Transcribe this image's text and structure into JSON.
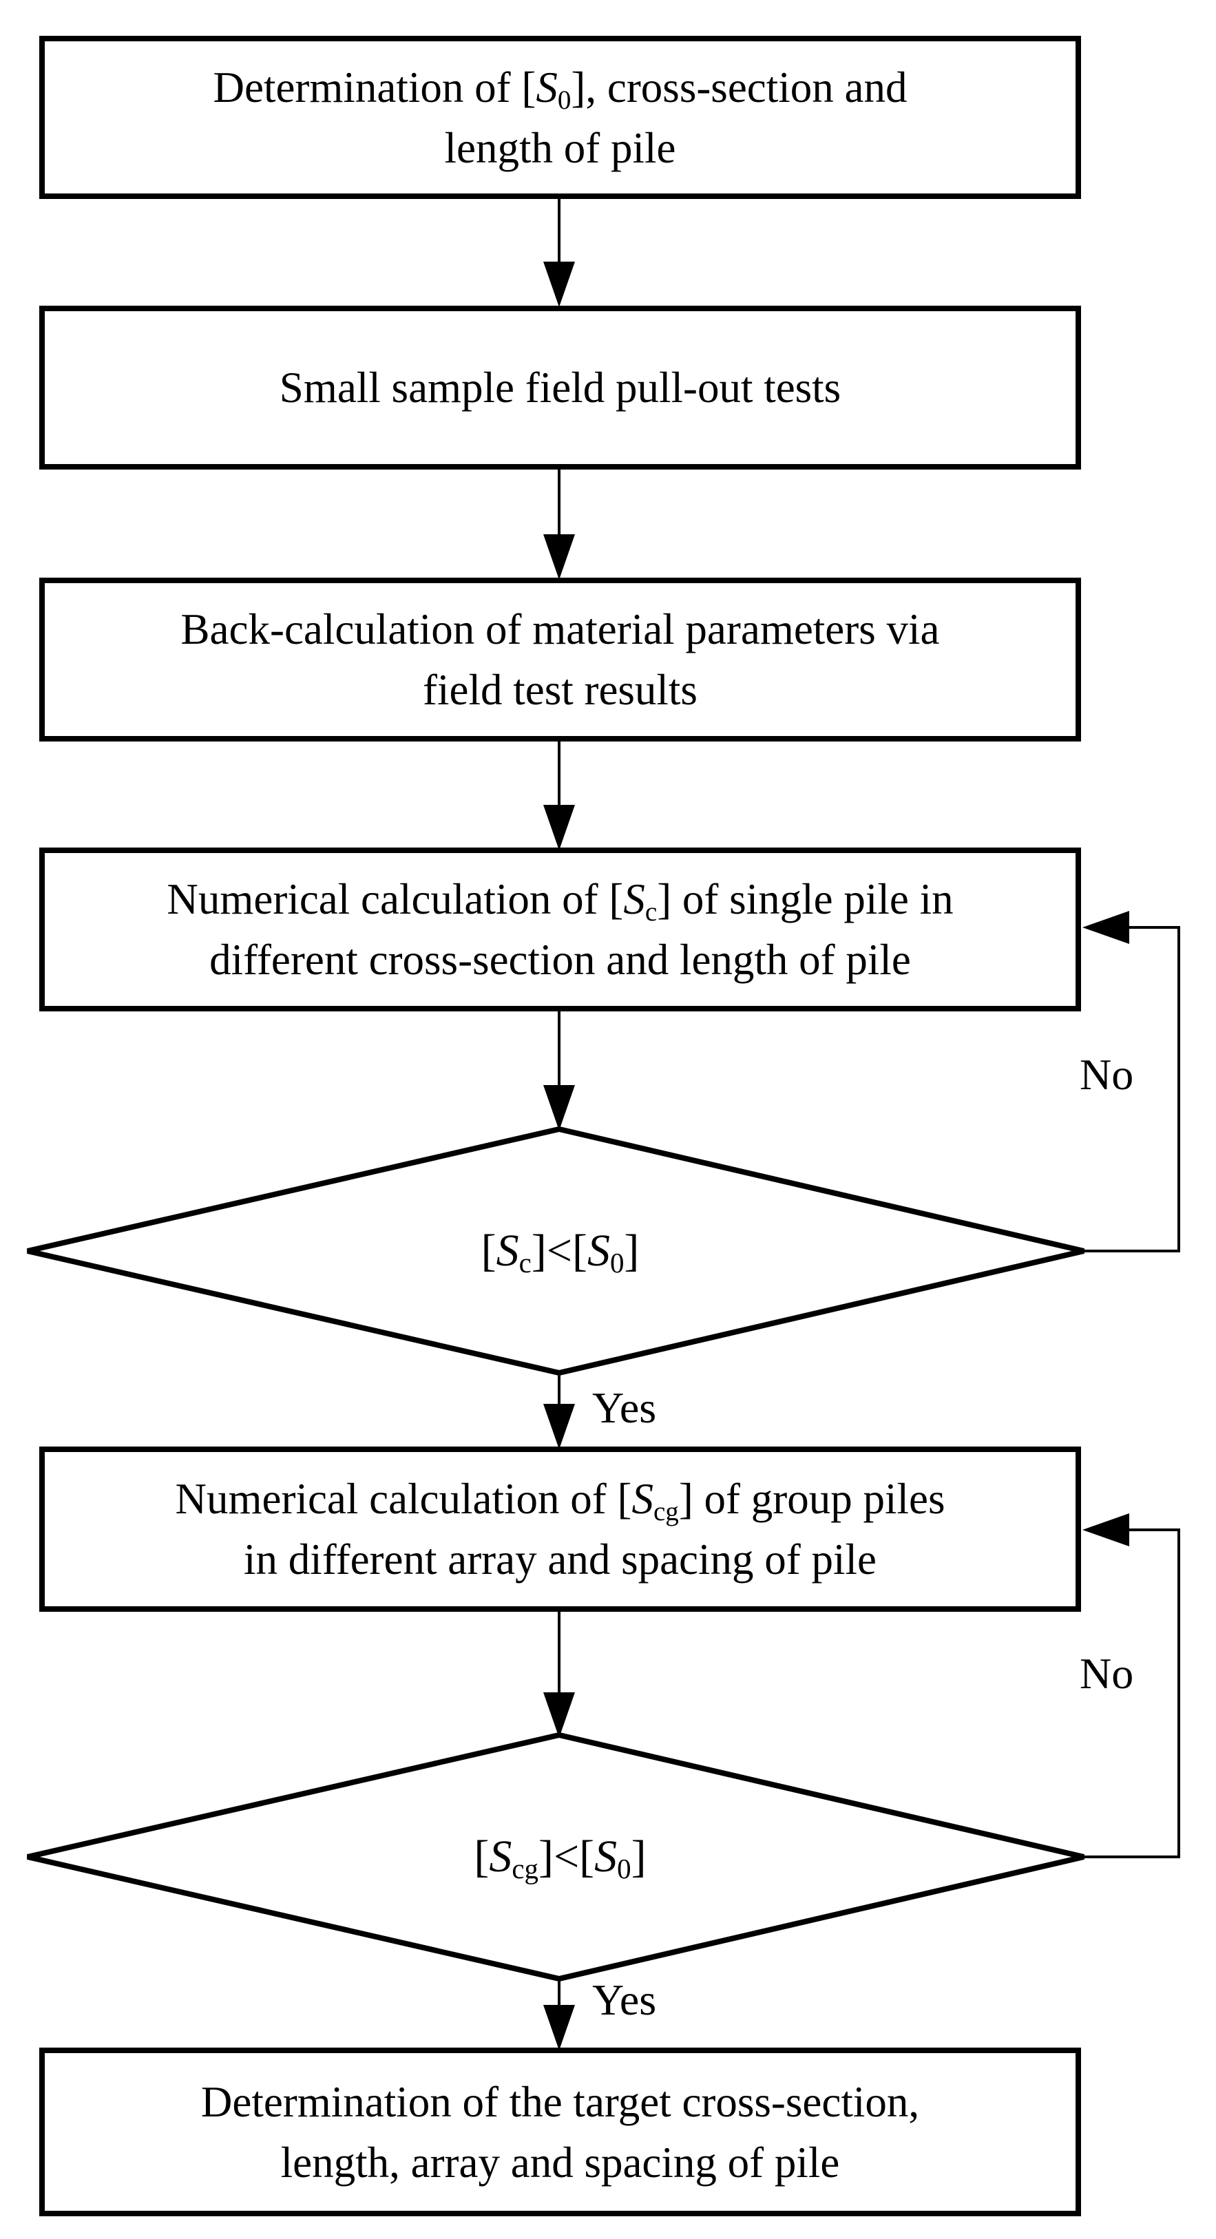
{
  "diagram": {
    "type": "flowchart",
    "colors": {
      "stroke": "#000000",
      "background": "#ffffff",
      "text": "#000000"
    },
    "nodes": [
      {
        "id": "determine-s0",
        "shape": "rect",
        "lines": [
          [
            {
              "t": "Determination of ["
            },
            {
              "t": "S",
              "i": true
            },
            {
              "t": "0",
              "sub": true
            },
            {
              "t": "], cross-section and"
            }
          ],
          [
            {
              "t": "length of pile"
            }
          ]
        ]
      },
      {
        "id": "field-pull-out-tests",
        "shape": "rect",
        "lines": [
          [
            {
              "t": "Small sample field pull-out tests"
            }
          ]
        ]
      },
      {
        "id": "back-calculation",
        "shape": "rect",
        "lines": [
          [
            {
              "t": "Back-calculation of material parameters via"
            }
          ],
          [
            {
              "t": "field test results"
            }
          ]
        ]
      },
      {
        "id": "numerical-single-pile",
        "shape": "rect",
        "lines": [
          [
            {
              "t": "Numerical calculation of ["
            },
            {
              "t": "S",
              "i": true
            },
            {
              "t": "c",
              "sub": true
            },
            {
              "t": "] of single pile in"
            }
          ],
          [
            {
              "t": "different cross-section and length of pile"
            }
          ]
        ]
      },
      {
        "id": "decision-single-pile",
        "shape": "diamond",
        "lines": [
          [
            {
              "t": "["
            },
            {
              "t": "S",
              "i": true
            },
            {
              "t": "c",
              "sub": true
            },
            {
              "t": "]<["
            },
            {
              "t": "S",
              "i": true
            },
            {
              "t": "0",
              "sub": true
            },
            {
              "t": "]"
            }
          ]
        ]
      },
      {
        "id": "numerical-group-piles",
        "shape": "rect",
        "lines": [
          [
            {
              "t": "Numerical calculation of ["
            },
            {
              "t": "S",
              "i": true
            },
            {
              "t": "cg",
              "sub": true
            },
            {
              "t": "] of group piles"
            }
          ],
          [
            {
              "t": "in different array and spacing of pile"
            }
          ]
        ]
      },
      {
        "id": "decision-group-piles",
        "shape": "diamond",
        "lines": [
          [
            {
              "t": "["
            },
            {
              "t": "S",
              "i": true
            },
            {
              "t": "cg",
              "sub": true
            },
            {
              "t": "]<["
            },
            {
              "t": "S",
              "i": true
            },
            {
              "t": "0",
              "sub": true
            },
            {
              "t": "]"
            }
          ]
        ]
      },
      {
        "id": "determine-target",
        "shape": "rect",
        "lines": [
          [
            {
              "t": "Determination of the target cross-section,"
            }
          ],
          [
            {
              "t": "length, array and spacing of pile"
            }
          ]
        ]
      }
    ],
    "edge_labels": [
      {
        "id": "no-1",
        "text": "No"
      },
      {
        "id": "yes-1",
        "text": "Yes"
      },
      {
        "id": "no-2",
        "text": "No"
      },
      {
        "id": "yes-2",
        "text": "Yes"
      }
    ]
  }
}
